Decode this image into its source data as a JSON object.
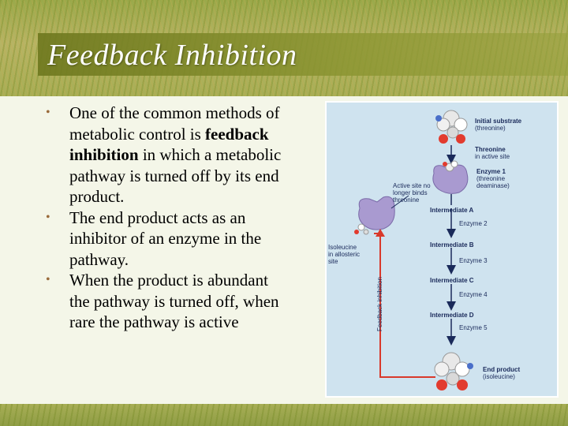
{
  "slide": {
    "title": "Feedback Inhibition",
    "bullets": [
      {
        "pre": "One of the common methods of metabolic control is ",
        "bold": "feedback inhibition",
        "post": " in which a metabolic pathway is turned off by its end product."
      },
      {
        "pre": "The end product acts as an inhibitor of an enzyme in the pathway.",
        "bold": "",
        "post": ""
      },
      {
        "pre": "When the product is abundant the pathway is turned off, when rare the pathway is active",
        "bold": "",
        "post": ""
      }
    ],
    "bullet_glyph": "•"
  },
  "figure": {
    "initial_substrate": "Initial substrate",
    "initial_substrate_sub": "(threonine)",
    "threonine": "Threonine",
    "threonine_sub": "in active site",
    "enzyme1": "Enzyme 1",
    "enzyme1_sub1": "(threonine",
    "enzyme1_sub2": "deaminase)",
    "active_site_1": "Active site no",
    "active_site_2": "longer binds",
    "active_site_3": "threonine",
    "isoleucine_1": "Isoleucine",
    "isoleucine_2": "in allosteric",
    "isoleucine_3": "site",
    "intermediate_a": "Intermediate A",
    "enzyme2": "Enzyme 2",
    "intermediate_b": "Intermediate B",
    "enzyme3": "Enzyme 3",
    "intermediate_c": "Intermediate C",
    "enzyme4": "Enzyme 4",
    "intermediate_d": "Intermediate D",
    "enzyme5": "Enzyme 5",
    "end_product": "End product",
    "end_product_sub": "(isoleucine)",
    "feedback_inhibition": "Feedback inhibition",
    "colors": {
      "arrow_red": "#d9392b",
      "enzyme_purple": "#a99ad0",
      "label_navy": "#1a2a5a",
      "panel_blue": "#cfe3ef"
    }
  }
}
